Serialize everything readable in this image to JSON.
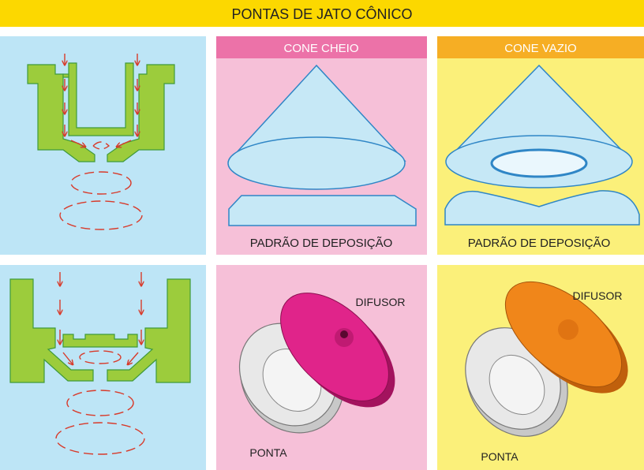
{
  "title": "PONTAS DE JATO CÔNICO",
  "panels": {
    "full_cone": {
      "header": "CONE CHEIO",
      "pattern_label": "PADRÃO DE DEPOSIÇÃO",
      "diffuser_label": "DIFUSOR",
      "tip_label": "PONTA"
    },
    "hollow_cone": {
      "header": "CONE VAZIO",
      "pattern_label": "PADRÃO DE DEPOSIÇÃO",
      "diffuser_label": "DIFUSOR",
      "tip_label": "PONTA"
    }
  },
  "colors": {
    "title_bar": "#fcd800",
    "blue_panel": "#bde5f6",
    "pink_panel": "#f6c0d8",
    "pink_header": "#ec72a8",
    "yellow_panel": "#fbf07a",
    "orange_header": "#f6ae24",
    "nozzle_green": "#9ccc3c",
    "arrow_red": "#d83a2a",
    "cone_fill": "#c6e8f6",
    "cone_stroke": "#2f86c6",
    "diffuser_magenta": "#e0248a",
    "diffuser_orange": "#f0861a",
    "tip_grey": "#e4e4e4"
  }
}
